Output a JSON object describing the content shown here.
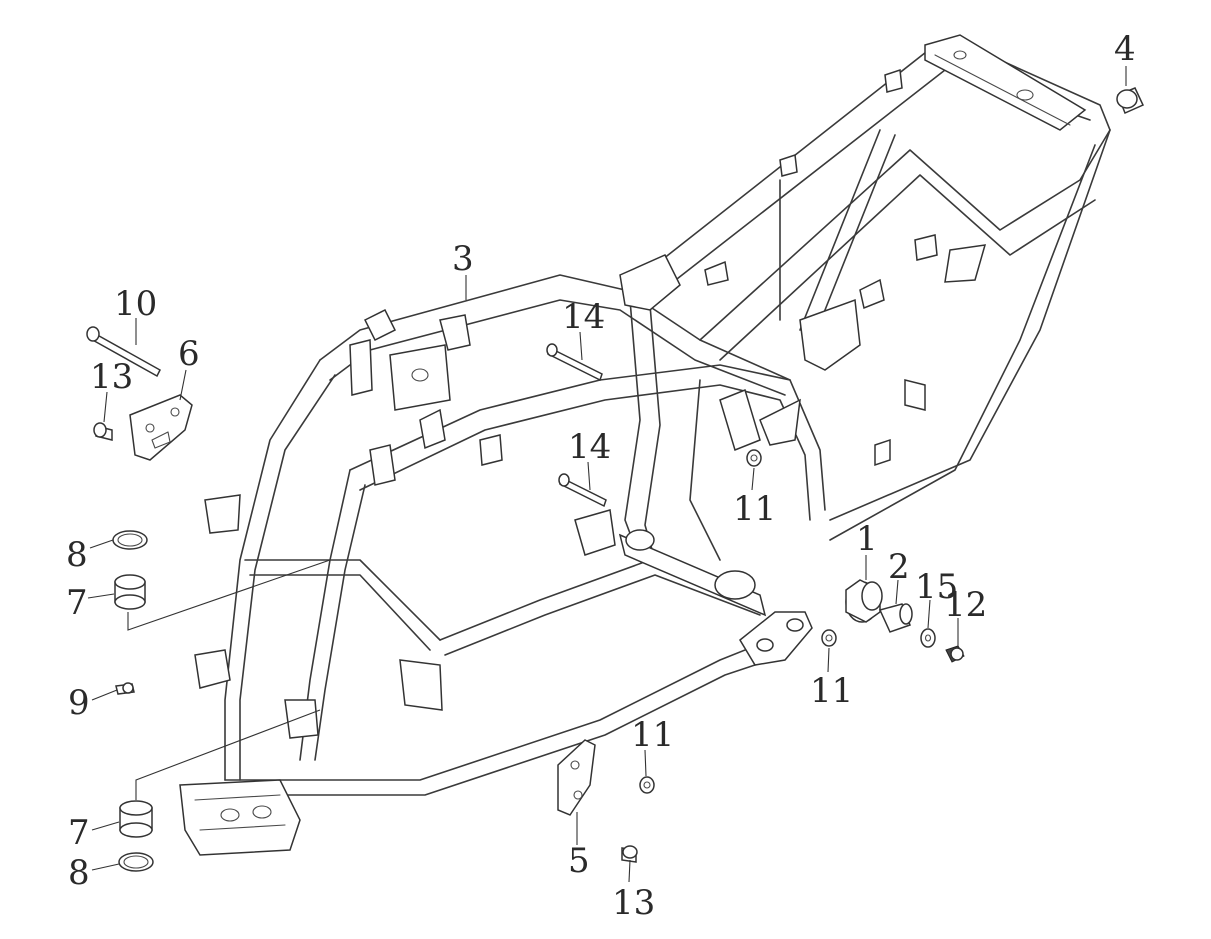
{
  "labels": {
    "p1": "1",
    "p2": "2",
    "p3": "3",
    "p4": "4",
    "p5": "5",
    "p6": "6",
    "p7a": "7",
    "p7b": "7",
    "p8a": "8",
    "p8b": "8",
    "p9": "9",
    "p10": "10",
    "p11a": "11",
    "p11b": "11",
    "p11c": "11",
    "p12": "12",
    "p13a": "13",
    "p13b": "13",
    "p14a": "14",
    "p14b": "14",
    "p15": "15"
  }
}
